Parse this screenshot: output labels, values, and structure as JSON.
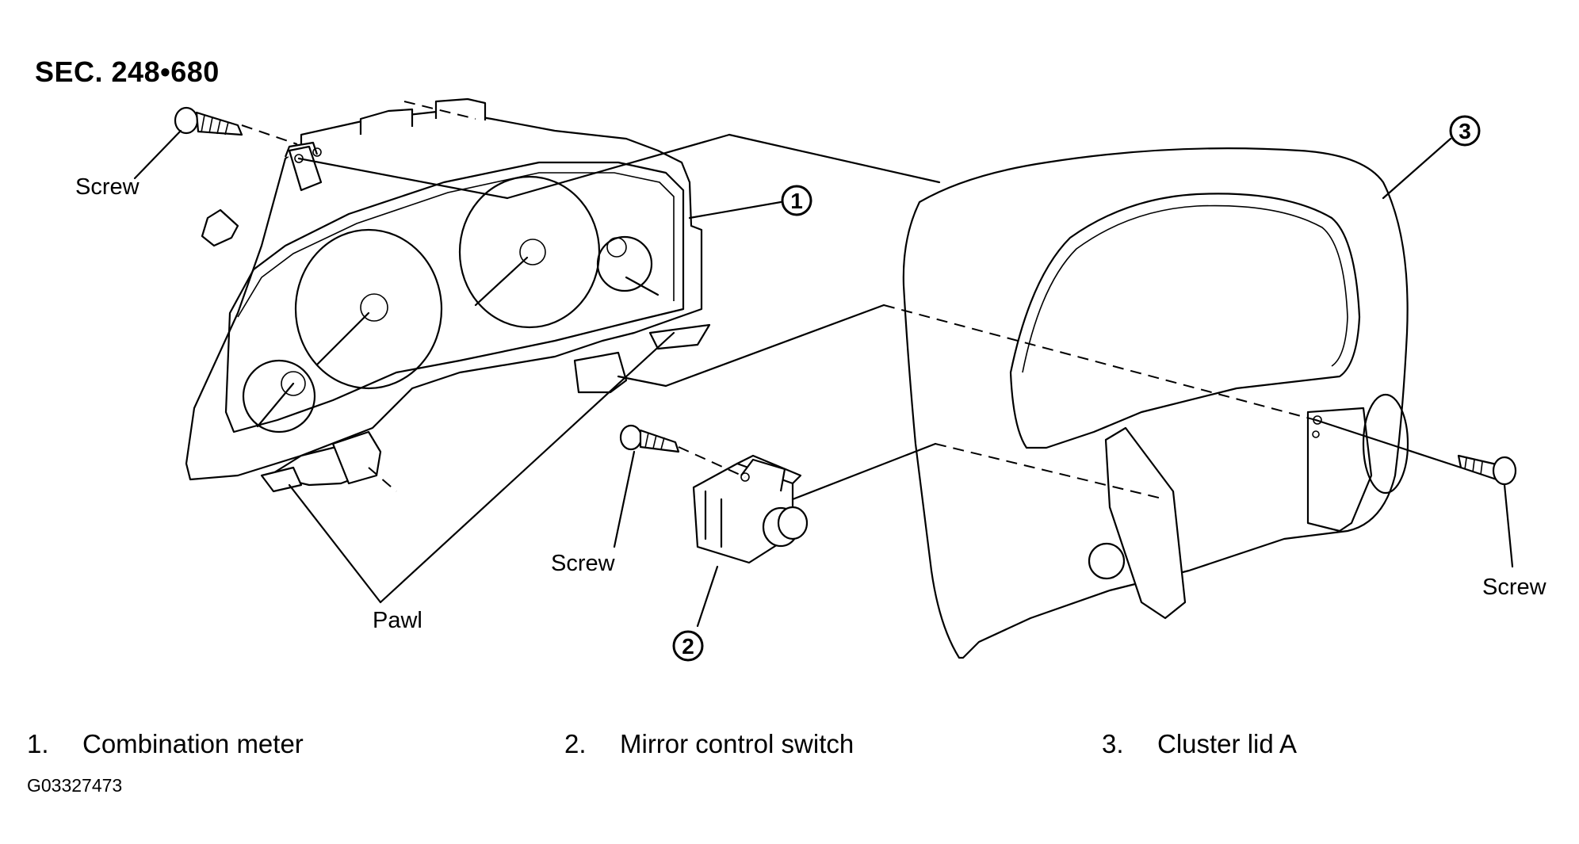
{
  "section_title": "SEC. 248•680",
  "labels": {
    "screw": "Screw",
    "pawl": "Pawl"
  },
  "callouts": [
    "1",
    "2",
    "3"
  ],
  "legend": [
    {
      "num": "1.",
      "text": "Combination meter"
    },
    {
      "num": "2.",
      "text": "Mirror control switch"
    },
    {
      "num": "3.",
      "text": "Cluster lid A"
    }
  ],
  "figure_code": "G03327473"
}
